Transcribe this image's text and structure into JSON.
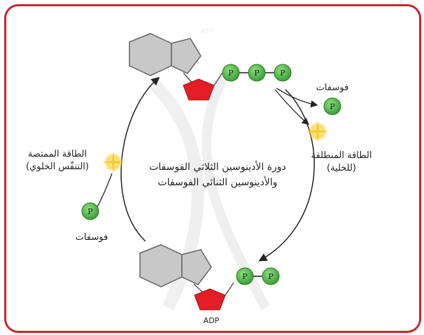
{
  "top_molecule": {
    "label": "ATP",
    "phosphate_symbol": "P"
  },
  "bottom_molecule": {
    "label": "ADP",
    "phosphate_symbol": "P"
  },
  "right_side": {
    "released_phosphate_label": "فوسفات",
    "released_energy_label_line1": "الطاقة المنطلقة",
    "released_energy_label_line2": "(للخلية)"
  },
  "left_side": {
    "absorbed_energy_label_line1": "الطاقة الممتصة",
    "absorbed_energy_label_line2": "(التنفّس الخلوي)",
    "added_phosphate_label": "فوسفات"
  },
  "center": {
    "line1": "دورة الأدينوسين الثلاثي الفوسفات",
    "line2": "والأدينوسين الثنائي الفوسفات"
  },
  "colors": {
    "frame": "#d0232a",
    "phosphate": "#4cb848",
    "ribose": "#e31e24",
    "adenine": "#c8c8c8",
    "energy": "#f6d23a"
  }
}
